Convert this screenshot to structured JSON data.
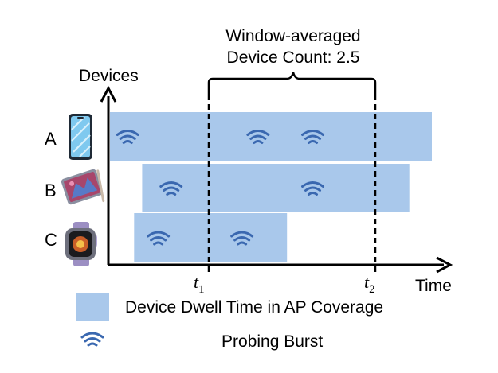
{
  "axes": {
    "y_label": "Devices",
    "x_label": "Time"
  },
  "window": {
    "label_line1": "Window-averaged",
    "label_line2": "Device Count: 2.5",
    "start_marker": {
      "symbol": "t",
      "subscript": "1"
    },
    "end_marker": {
      "symbol": "t",
      "subscript": "2"
    }
  },
  "devices": [
    {
      "label": "A",
      "icon": "smartphone-icon",
      "dwell": [
        0,
        1
      ],
      "bursts": [
        0.055,
        0.46,
        0.63
      ]
    },
    {
      "label": "B",
      "icon": "tablet-icon",
      "dwell": [
        0.1,
        0.93
      ],
      "bursts": [
        0.19,
        0.63
      ]
    },
    {
      "label": "C",
      "icon": "smartwatch-icon",
      "dwell": [
        0.075,
        0.55
      ],
      "bursts": [
        0.15,
        0.41
      ]
    }
  ],
  "legend": {
    "dwell_label": "Device Dwell Time in AP Coverage",
    "burst_label": "Probing Burst"
  },
  "colors": {
    "dwell_bar": "#a9c8eb",
    "burst_icon": "#3a68b0",
    "axis": "#000000"
  }
}
